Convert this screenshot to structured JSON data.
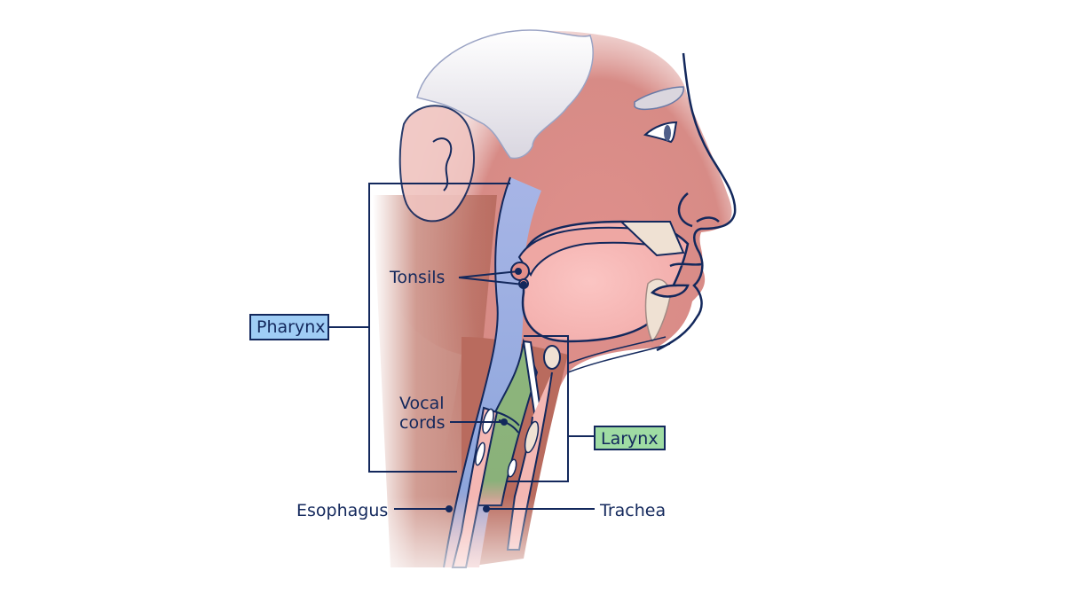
{
  "diagram": {
    "subject": "Throat anatomy – side view of head and neck",
    "regions": {
      "pharynx": {
        "label": "Pharynx",
        "fill": "#9fcdf5"
      },
      "larynx": {
        "label": "Larynx",
        "fill": "#9fdca3"
      }
    },
    "callouts": {
      "tonsils": "Tonsils",
      "vocal_cords_line1": "Vocal",
      "vocal_cords_line2": "cords",
      "esophagus": "Esophagus",
      "trachea": "Trachea"
    },
    "colors": {
      "outline": "#13285c",
      "skin": "#e59a96",
      "tissue_dark": "#b8675a",
      "mouth_interior": "#f6b7b5",
      "pharynx_passage": "#8ea6dc",
      "larynx_passage": "#89b27a",
      "teeth": "#efe1d3"
    }
  }
}
